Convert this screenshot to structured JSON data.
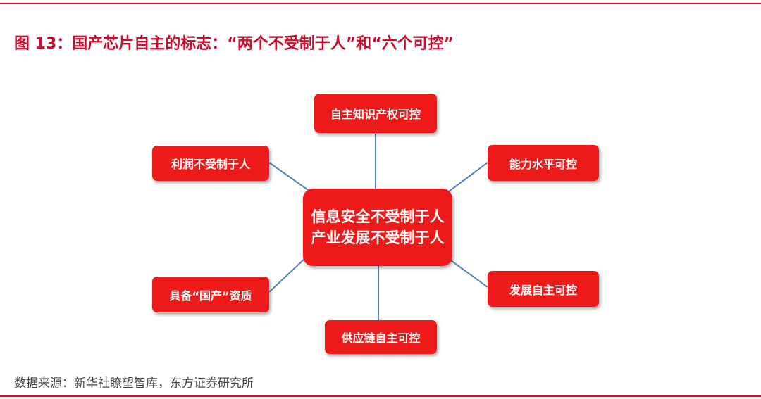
{
  "title": "图 13：国产芯片自主的标志：“两个不受制于人”和“六个可控”",
  "center": {
    "line1": "信息安全不受制于人",
    "line2": "产业发展不受制于人"
  },
  "nodes": {
    "ip": "自主知识产权可控",
    "profit": "利润不受制于人",
    "capability": "能力水平可控",
    "qualification": "具备“国产”资质",
    "development": "发展自主可控",
    "supply_chain": "供应链自主可控"
  },
  "source": "数据来源：新华社瞭望智库，东方证券研究所",
  "colors": {
    "accent": "#c8102e",
    "node_fill": "#ee1a1a",
    "connector": "#4f81bd"
  }
}
